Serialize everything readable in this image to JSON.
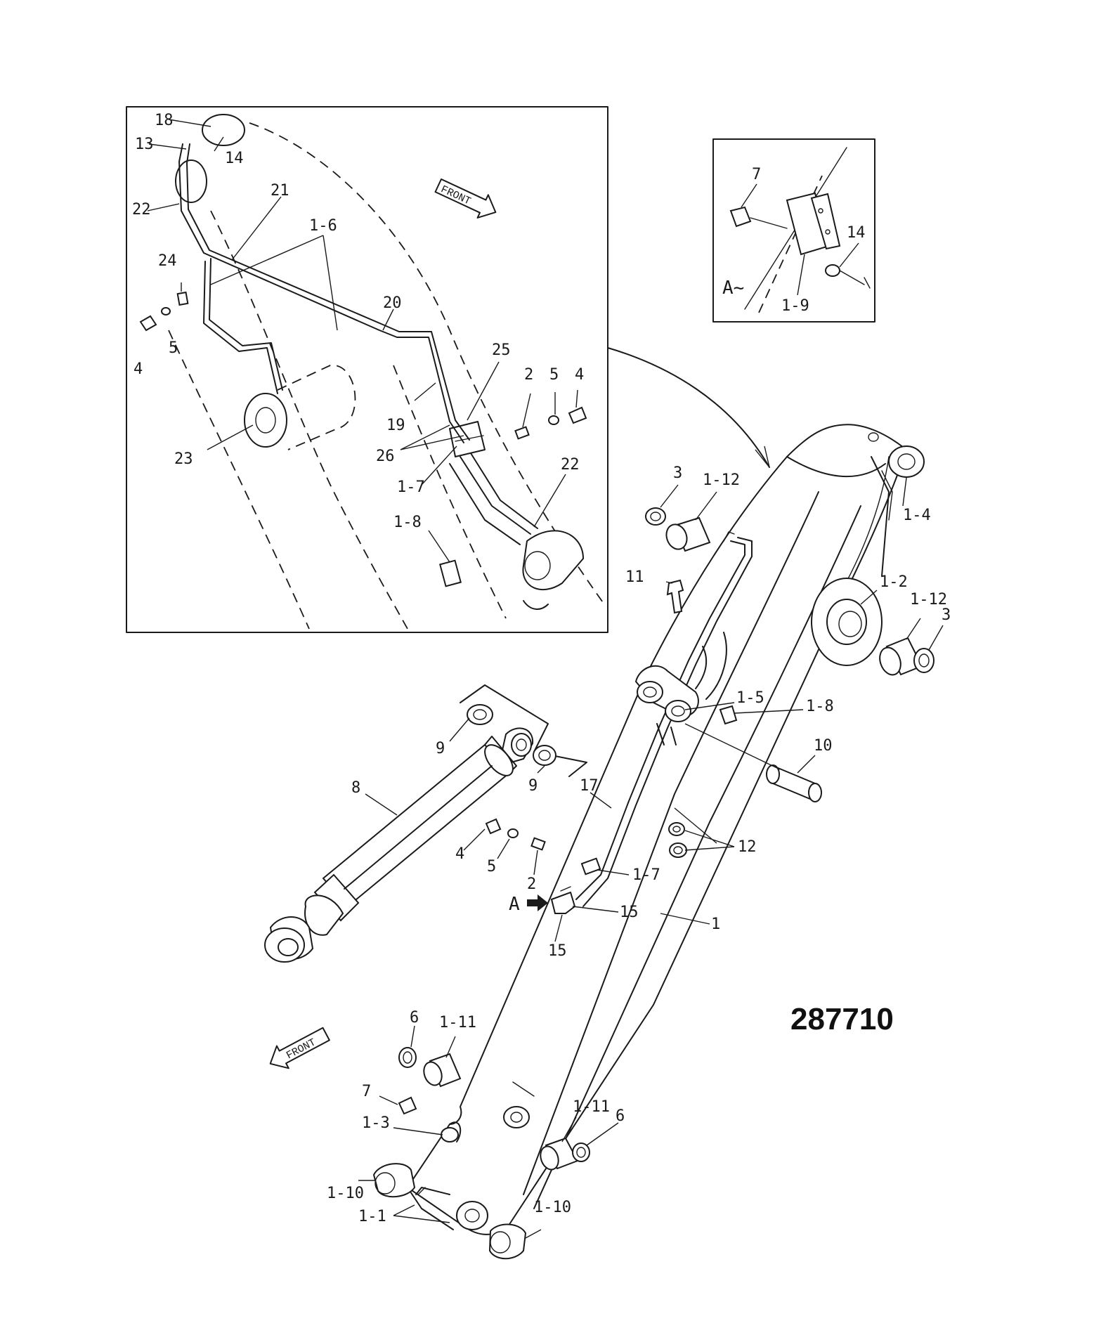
{
  "diagram_code": "287710",
  "front_label": "FRONT",
  "view_a_label": "A~",
  "view_a_arrow_label": "A",
  "detail_labels": {
    "l18": "18",
    "l13": "13",
    "l14": "14",
    "l22a": "22",
    "l21": "21",
    "l16a": "1-6",
    "l24": "24",
    "l4a": "4",
    "l5a": "5",
    "l20": "20",
    "l25": "25",
    "l2a": "2",
    "l5b": "5",
    "l4b": "4",
    "l19": "19",
    "l26": "26",
    "l23": "23",
    "l17a": "1-7",
    "l22b": "22",
    "l18b": "1-8"
  },
  "inset_labels": {
    "l7": "7",
    "l14": "14",
    "l19": "1-9"
  },
  "main_labels": {
    "l3a": "3",
    "l112a": "1-12",
    "l14": "1-4",
    "l11": "11",
    "l12": "1-2",
    "l112b": "1-12",
    "l3b": "3",
    "l15": "1-5",
    "l18": "1-8",
    "l9a": "9",
    "l9b": "9",
    "l10": "10",
    "l8": "8",
    "l17": "17",
    "l12nut": "12",
    "l4": "4",
    "l5": "5",
    "l2": "2",
    "l17b": "1-7",
    "l15a": "15",
    "l15b": "15",
    "l1": "1",
    "l6a": "6",
    "l111a": "1-11",
    "l7": "7",
    "l13": "1-3",
    "l110a": "1-10",
    "l11b": "1-1",
    "l111b": "1-11",
    "l6b": "6",
    "l110b": "1-10"
  }
}
